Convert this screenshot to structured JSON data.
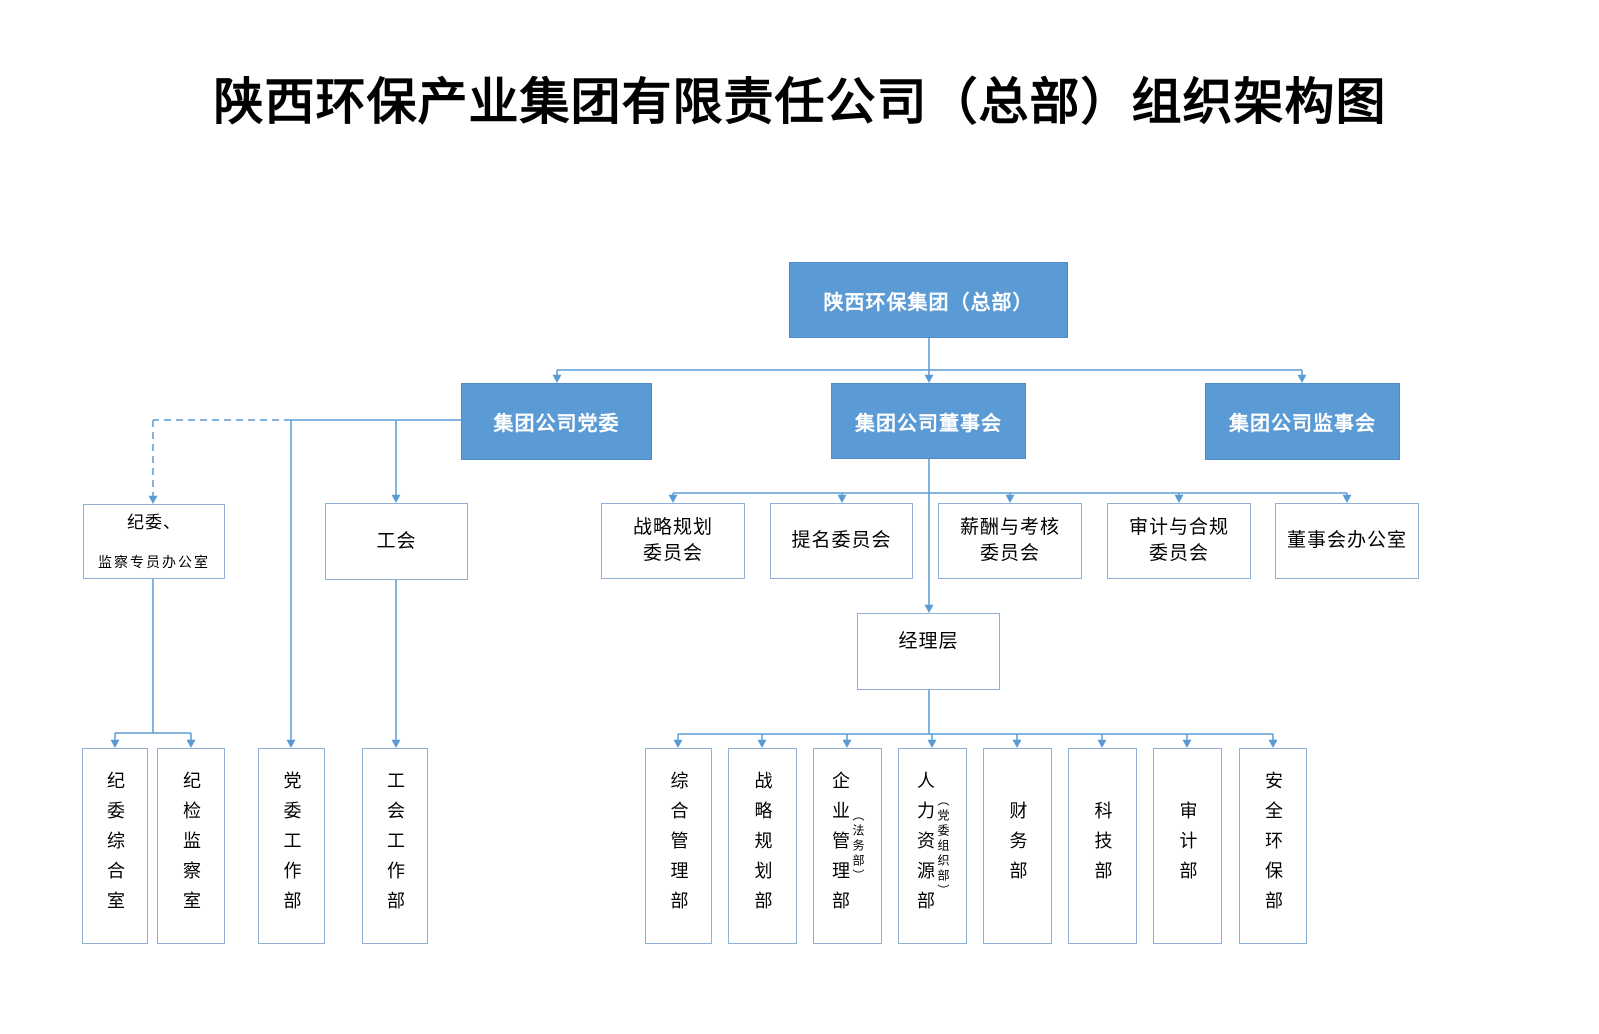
{
  "title": "陕西环保产业集团有限责任公司（总部）组织架构图",
  "colors": {
    "accent": "#5B9BD5",
    "accent_border": "#4E8BC8",
    "box_border": "#8FAFD4"
  },
  "org": {
    "root": {
      "label": "陕西环保集团（总部）"
    },
    "party": {
      "label": "集团公司党委"
    },
    "board": {
      "label": "集团公司董事会"
    },
    "supervisory": {
      "label": "集团公司监事会"
    },
    "discipline_office": {
      "line1": "纪委、",
      "line2": "监察专员办公室"
    },
    "union": {
      "label": "工会"
    },
    "committees": [
      {
        "label": "战略规划\n委员会"
      },
      {
        "label": "提名委员会"
      },
      {
        "label": "薪酬与考核\n委员会"
      },
      {
        "label": "审计与合规\n委员会"
      },
      {
        "label": "董事会办公室"
      }
    ],
    "management": {
      "label": "经理层"
    },
    "left_departments": [
      {
        "label": "纪委综合室"
      },
      {
        "label": "纪检监察室"
      },
      {
        "label": "党委工作部"
      },
      {
        "label": "工会工作部"
      }
    ],
    "departments": [
      {
        "label": "综合管理部",
        "sub": ""
      },
      {
        "label": "战略规划部",
        "sub": ""
      },
      {
        "label": "企业管理部",
        "sub": "（法务部）"
      },
      {
        "label": "人力资源部",
        "sub": "（党委组织部）"
      },
      {
        "label": "财务部",
        "sub": ""
      },
      {
        "label": "科技部",
        "sub": ""
      },
      {
        "label": "审计部",
        "sub": ""
      },
      {
        "label": "安全环保部",
        "sub": ""
      }
    ]
  }
}
